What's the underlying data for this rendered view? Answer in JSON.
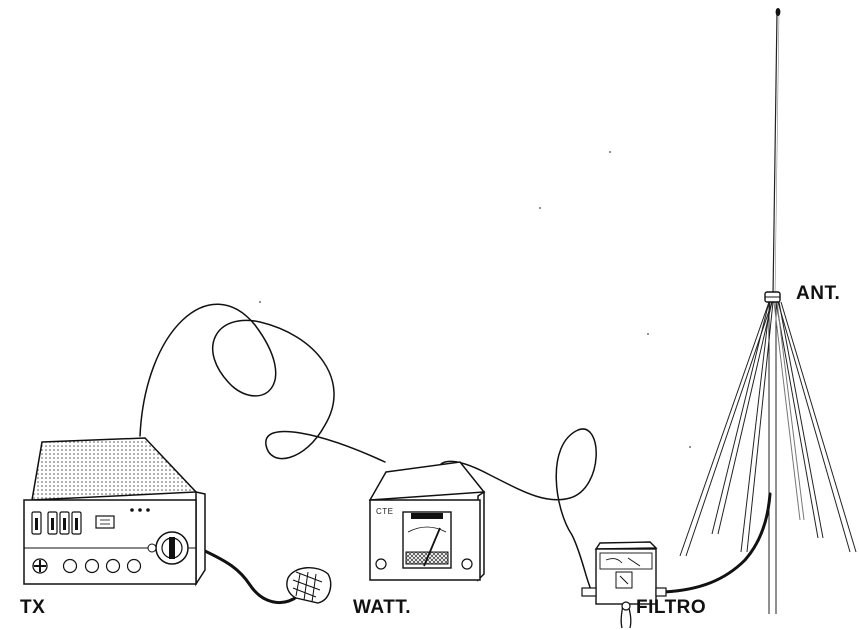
{
  "labels": {
    "tx": "TX",
    "watt": "WATT.",
    "filtro": "FILTRO",
    "ant": "ANT."
  },
  "wattmeter_brand": "CTE"
}
